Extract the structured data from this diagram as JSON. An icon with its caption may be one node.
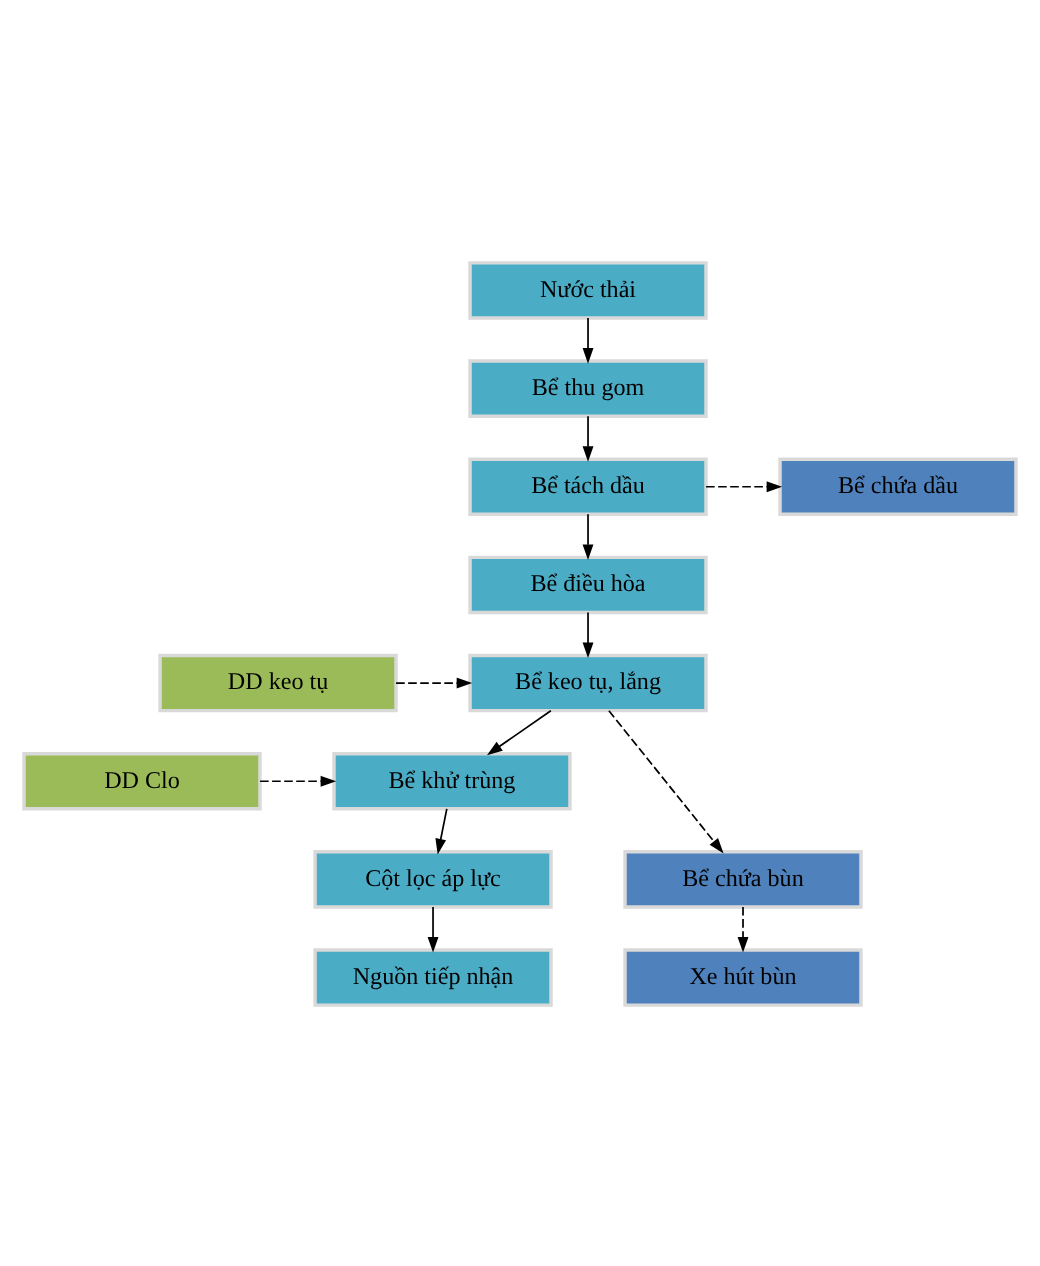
{
  "diagram": {
    "nodes": [
      {
        "text": [
          "Nước thải"
        ]
      },
      {
        "text": [
          "Bể thu gom"
        ]
      },
      {
        "text": [
          "Bể tách dầu"
        ]
      },
      {
        "text": [
          "Bể chứa dầu"
        ]
      },
      {
        "text": [
          "Bể điều hòa"
        ]
      },
      {
        "text": [
          "DD keo tụ"
        ]
      },
      {
        "text": [
          "Bể keo tụ, lắng"
        ]
      },
      {
        "text": [
          "DD Clo"
        ]
      },
      {
        "text": [
          "Bể khử trùng"
        ]
      },
      {
        "text": [
          "Cột lọc áp lực"
        ]
      },
      {
        "text": [
          "Bể chứa bùn"
        ]
      },
      {
        "text": [
          "Nguồn tiếp nhận"
        ]
      },
      {
        "text": [
          "Xe hút bùn"
        ]
      }
    ],
    "edges": [
      {
        "from": 0,
        "to": 1,
        "arrow": "to"
      },
      {
        "from": 1,
        "to": 2,
        "arrow": "to"
      },
      {
        "from": 2,
        "to": 3,
        "arrow": "to",
        "style": "dashed"
      },
      {
        "from": 2,
        "to": 4,
        "arrow": "to"
      },
      {
        "from": 4,
        "to": 6,
        "arrow": "to"
      },
      {
        "from": 5,
        "to": 6,
        "arrow": "to",
        "style": "dashed"
      },
      {
        "from": 6,
        "to": 8,
        "arrow": "to"
      },
      {
        "from": 6,
        "to": 10,
        "arrow": "to",
        "style": "dashed"
      },
      {
        "from": 7,
        "to": 8,
        "arrow": "to",
        "style": "dashed"
      },
      {
        "from": 8,
        "to": 9,
        "arrow": "to"
      },
      {
        "from": 9,
        "to": 11,
        "arrow": "to"
      },
      {
        "from": 10,
        "to": 12,
        "arrow": "to",
        "style": "dashed"
      }
    ]
  }
}
